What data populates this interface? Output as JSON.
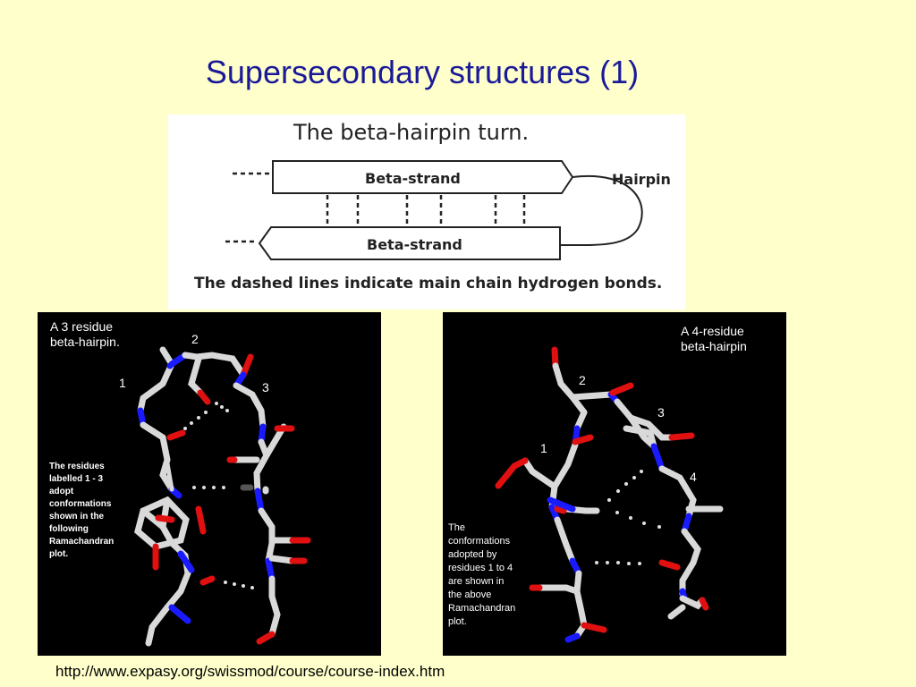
{
  "slide": {
    "title": "Supersecondary structures (1)",
    "url": "http://www.expasy.org/swissmod/course/course-index.htm"
  },
  "hairpin_diagram": {
    "title": "The beta-hairpin turn.",
    "strand_top": "Beta-strand",
    "strand_bottom": "Beta-strand",
    "hairpin_label": "Hairpin",
    "caption": "The dashed lines indicate main chain hydrogen bonds."
  },
  "left_panel": {
    "title_line1": "A 3 residue",
    "title_line2": "beta-hairpin.",
    "residues": [
      "1",
      "2",
      "3"
    ],
    "note_lines": [
      "The residues",
      "labelled 1 - 3",
      "adopt",
      "conformations",
      "shown in the",
      "following",
      "Ramachandran",
      "plot."
    ]
  },
  "right_panel": {
    "title_line1": "A 4-residue",
    "title_line2": "beta-hairpin",
    "residues": [
      "1",
      "2",
      "3",
      "4"
    ],
    "note_lines": [
      "The",
      "conformations",
      "adopted by",
      "residues 1 to 4",
      "are shown in",
      "the above",
      "Ramachandran",
      "plot."
    ]
  },
  "colors": {
    "background": "#ffffcc",
    "title": "#1a1a99",
    "carbon": "#d9d9d9",
    "nitrogen": "#1a1aff",
    "oxygen": "#e01010"
  }
}
